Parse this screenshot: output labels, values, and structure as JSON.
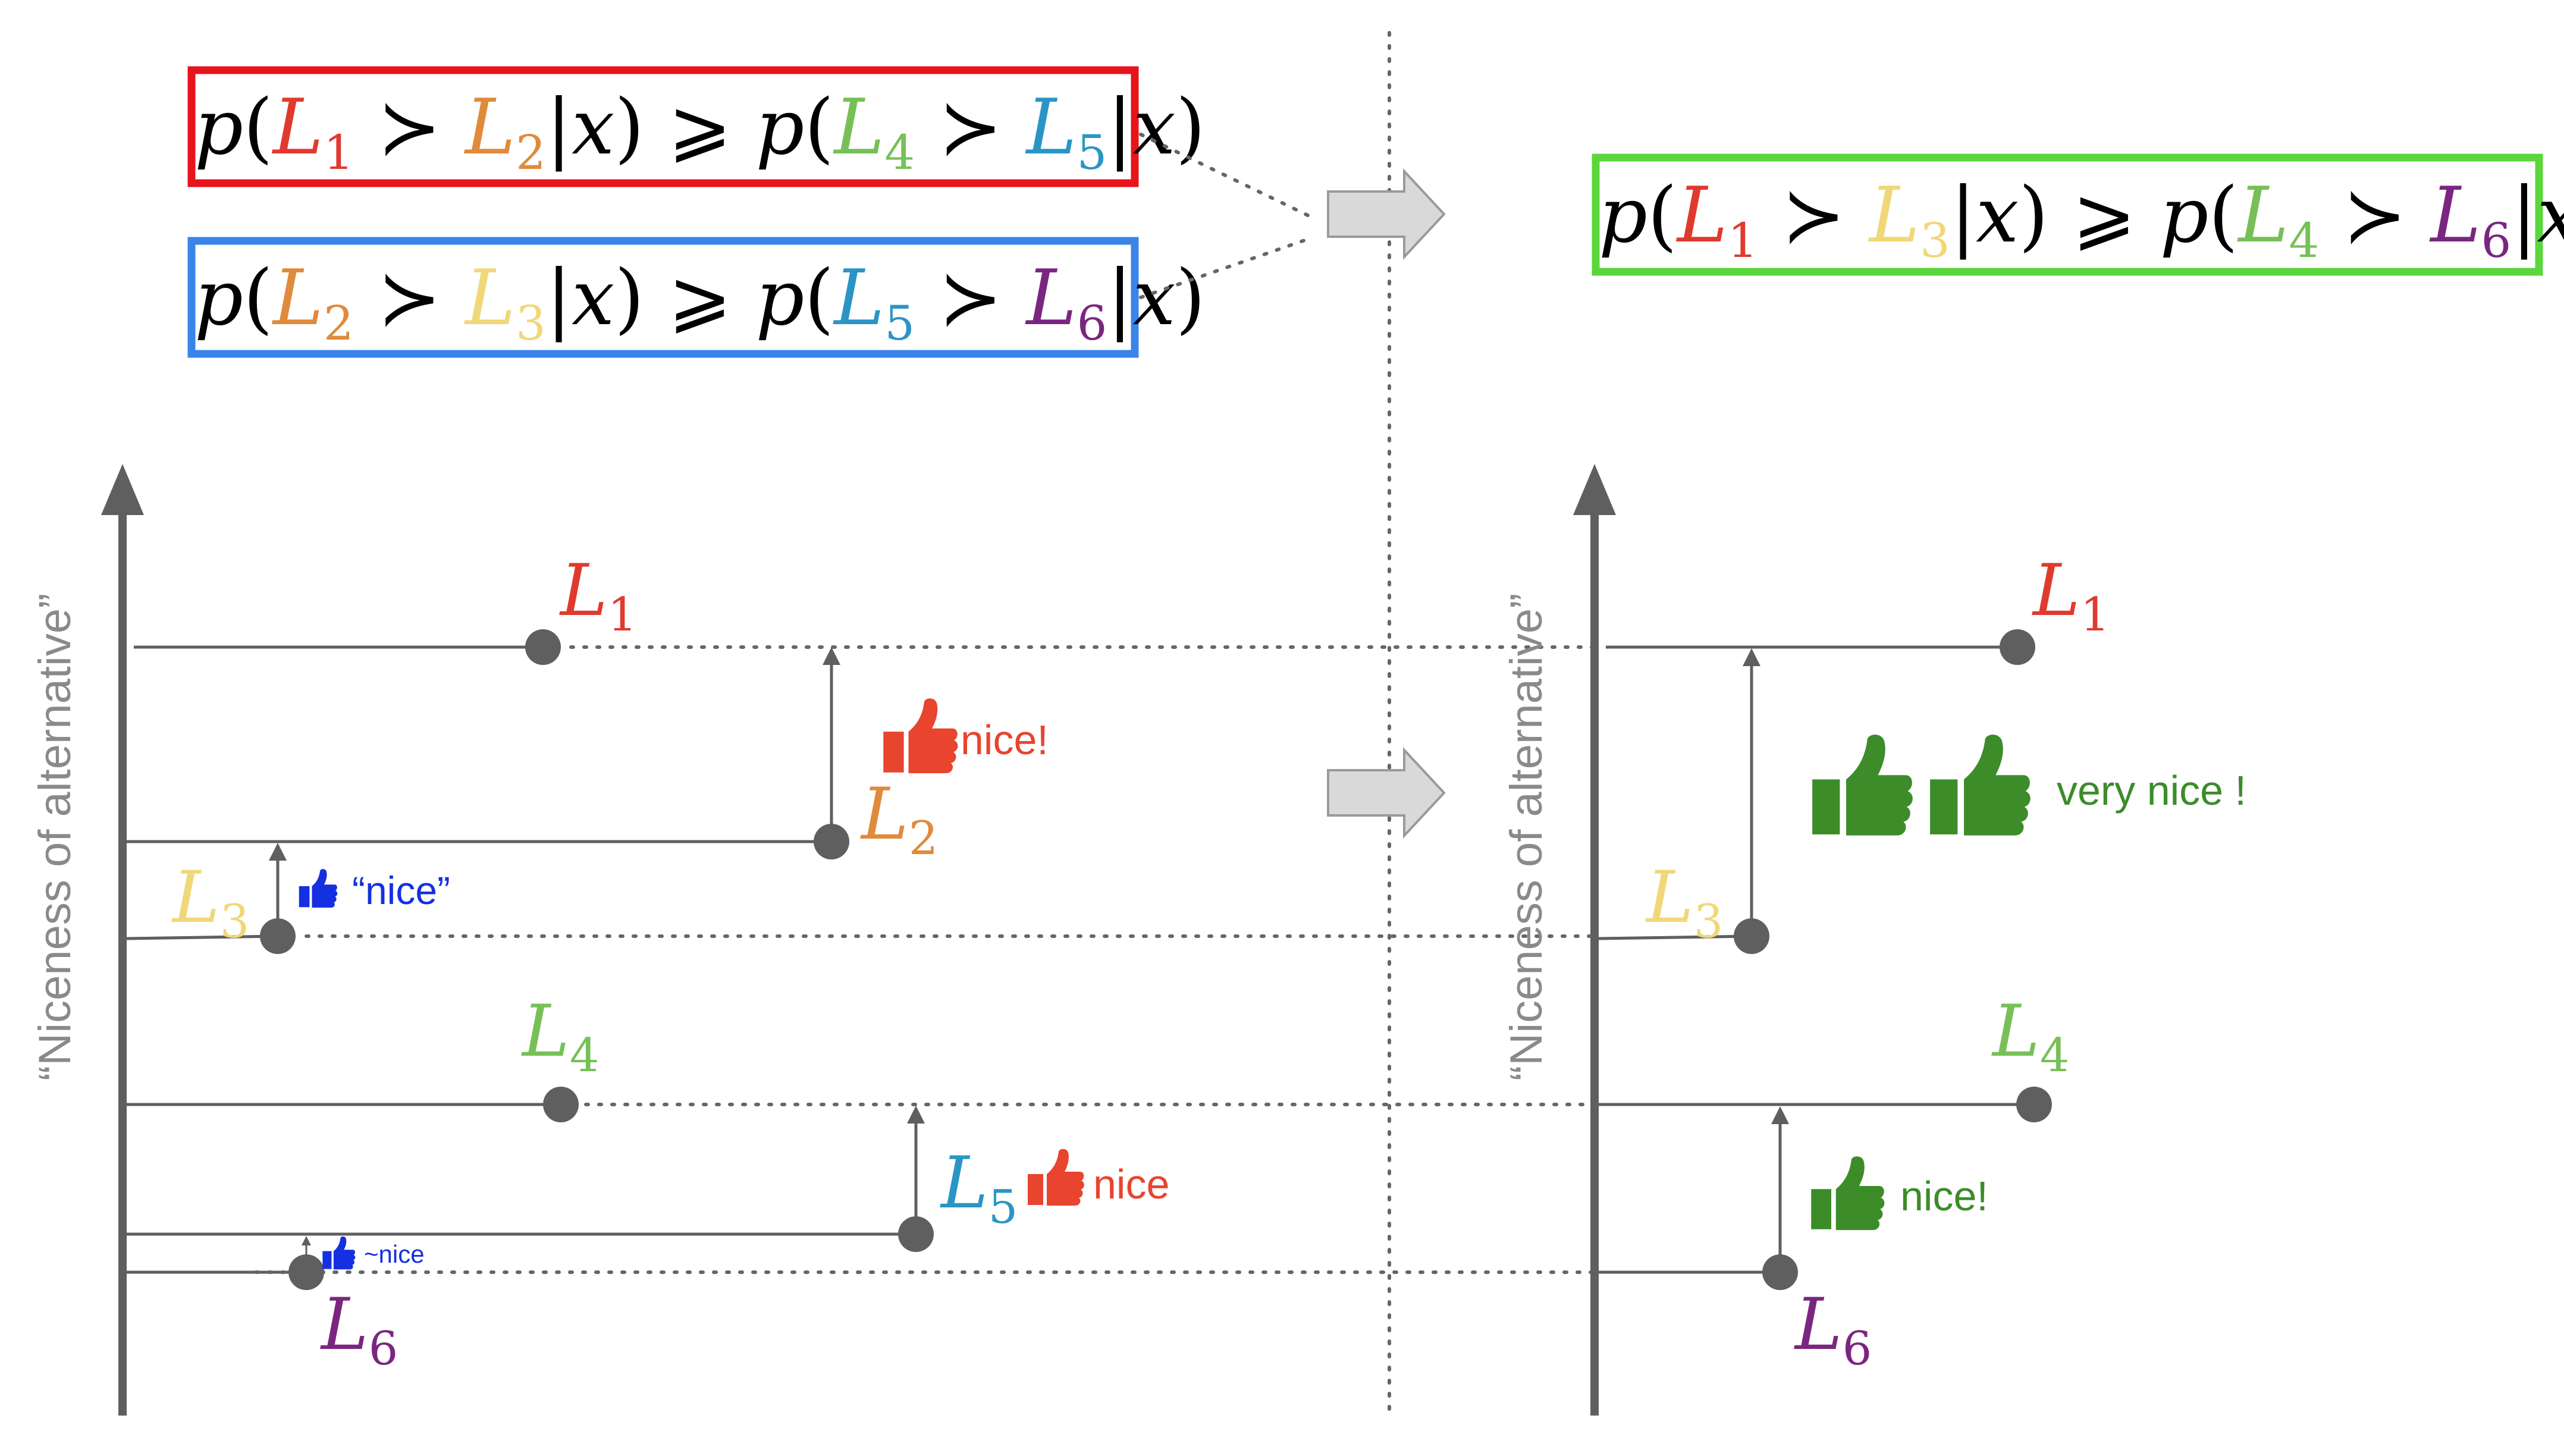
{
  "colors": {
    "L1": "#e03a2f",
    "L2": "#e08a3c",
    "L3": "#f0d878",
    "L4": "#77c057",
    "L5": "#2a95c5",
    "L6": "#7a2680",
    "box_red": "#e8141c",
    "box_blue": "#3a84e8",
    "box_green": "#5bd63c",
    "axis": "#5f5f5f",
    "arrow_fill": "#d9d9d9",
    "thumb_red": "#e8442e",
    "thumb_blue": "#1530e0",
    "thumb_green": "#3c8c2a"
  },
  "formulas": {
    "f1": {
      "p": "p",
      "open": "(",
      "a": "L",
      "a_sub": "1",
      "succ": "≻",
      "b": "L",
      "b_sub": "2",
      "bar": "|",
      "x": "x",
      "close": ")",
      "geq": "⩾",
      "p2": "p",
      "open2": "(",
      "c": "L",
      "c_sub": "4",
      "succ2": "≻",
      "d": "L",
      "d_sub": "5",
      "bar2": "|",
      "x2": "x",
      "close2": ")"
    },
    "f2": {
      "p": "p",
      "open": "(",
      "a": "L",
      "a_sub": "2",
      "succ": "≻",
      "b": "L",
      "b_sub": "3",
      "bar": "|",
      "x": "x",
      "close": ")",
      "geq": "⩾",
      "p2": "p",
      "open2": "(",
      "c": "L",
      "c_sub": "5",
      "succ2": "≻",
      "d": "L",
      "d_sub": "6",
      "bar2": "|",
      "x2": "x",
      "close2": ")"
    },
    "f3": {
      "p": "p",
      "open": "(",
      "a": "L",
      "a_sub": "1",
      "succ": "≻",
      "b": "L",
      "b_sub": "3",
      "bar": "|",
      "x": "x",
      "close": ")",
      "geq": "⩾",
      "p2": "p",
      "open2": "(",
      "c": "L",
      "c_sub": "4",
      "succ2": "≻",
      "d": "L",
      "d_sub": "6",
      "bar2": "|",
      "x2": "x",
      "close2": ")"
    }
  },
  "left_panel": {
    "axis_label": "“Niceness of alternative”",
    "labels": {
      "L1": {
        "base": "L",
        "sub": "1"
      },
      "L2": {
        "base": "L",
        "sub": "2"
      },
      "L3": {
        "base": "L",
        "sub": "3"
      },
      "L4": {
        "base": "L",
        "sub": "4"
      },
      "L5": {
        "base": "L",
        "sub": "5"
      },
      "L6": {
        "base": "L",
        "sub": "6"
      }
    },
    "notes": {
      "nice_l1l2": "nice!",
      "nice_l2l3": "“nice”",
      "nice_l4l5": "nice",
      "nice_l5l6": "~nice"
    }
  },
  "right_panel": {
    "axis_label": "“Niceness of alternative”",
    "labels": {
      "L1": {
        "base": "L",
        "sub": "1"
      },
      "L3": {
        "base": "L",
        "sub": "3"
      },
      "L4": {
        "base": "L",
        "sub": "4"
      },
      "L6": {
        "base": "L",
        "sub": "6"
      }
    },
    "notes": {
      "very_nice": "very nice !",
      "nice": "nice!"
    }
  },
  "icons": {
    "transform_arrow": "block-right-arrow",
    "thumbs_up": "thumbs-up-icon"
  }
}
